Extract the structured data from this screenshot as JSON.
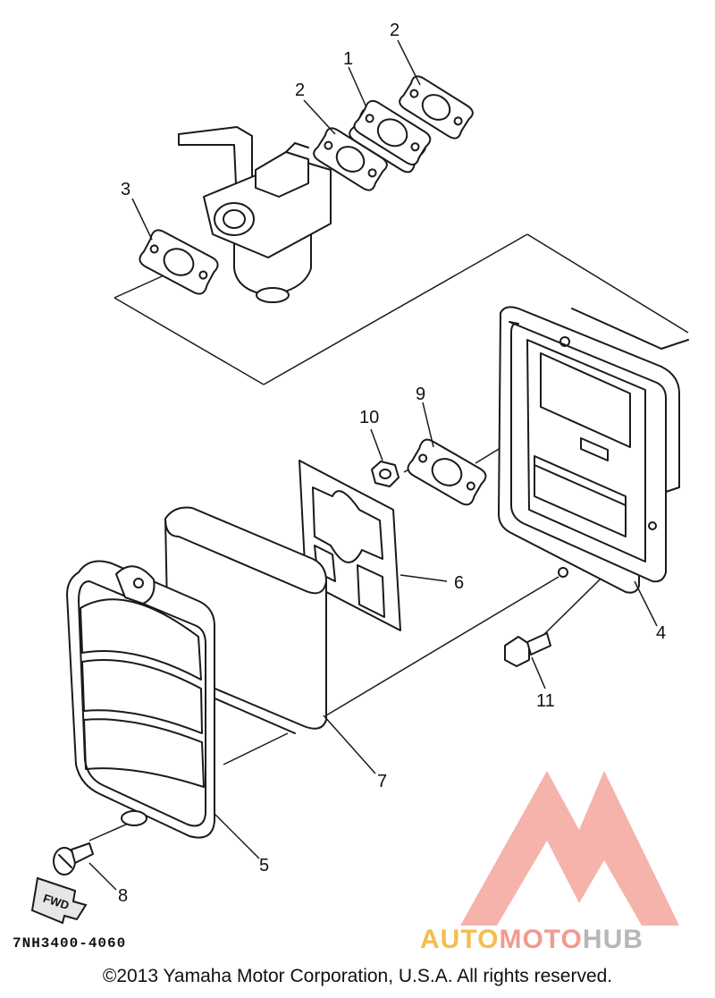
{
  "callouts": {
    "c1": "1",
    "c2a": "2",
    "c2b": "2",
    "c3": "3",
    "c4": "4",
    "c5": "5",
    "c6": "6",
    "c7": "7",
    "c8": "8",
    "c9": "9",
    "c10": "10",
    "c11": "11"
  },
  "fwd_label": "FWD",
  "diagram_code": "7NH3400-4060",
  "watermark": {
    "part1": "AUTO",
    "part2": "MOTO",
    "part3": "HUB",
    "colors": {
      "auto": "#f4bd4f",
      "moto": "#f29a8f",
      "hub": "#b7b7b7",
      "logo": "#f29a8f"
    }
  },
  "copyright": "©2013 Yamaha Motor Corporation, U.S.A. All rights reserved."
}
